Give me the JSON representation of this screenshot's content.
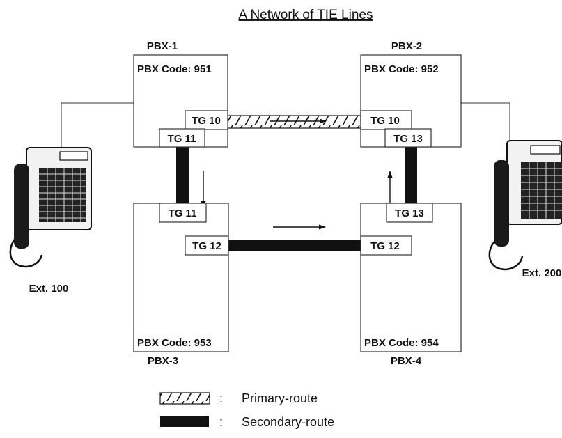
{
  "title": "A Network of TIE Lines",
  "pbx": [
    {
      "name": "PBX-1",
      "code": "PBX Code: 951"
    },
    {
      "name": "PBX-2",
      "code": "PBX Code: 952"
    },
    {
      "name": "PBX-3",
      "code": "PBX Code: 953"
    },
    {
      "name": "PBX-4",
      "code": "PBX Code: 954"
    }
  ],
  "trunk_groups": {
    "pbx1_right": "TG 10",
    "pbx1_bottom": "TG 11",
    "pbx2_left": "TG 10",
    "pbx2_bottom": "TG 13",
    "pbx3_top": "TG 11",
    "pbx3_right": "TG 12",
    "pbx4_left": "TG 12",
    "pbx4_top": "TG 13"
  },
  "extensions": {
    "left": "Ext. 100",
    "right": "Ext. 200"
  },
  "legend": {
    "primary_colon": ":",
    "primary_label": "Primary-route",
    "secondary_colon": ":",
    "secondary_label": "Secondary-route"
  }
}
